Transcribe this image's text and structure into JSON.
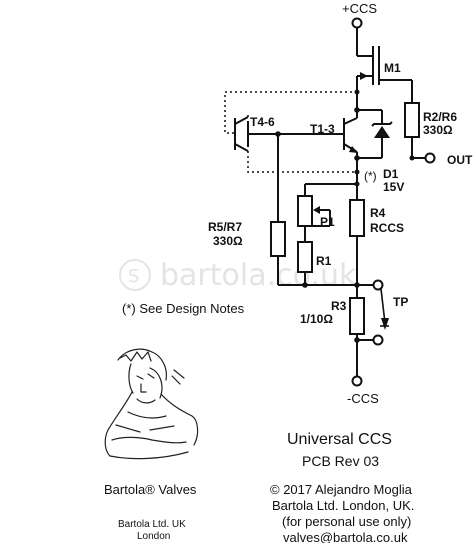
{
  "rails": {
    "positive": "+CCS",
    "negative": "-CCS"
  },
  "components": {
    "m1": "M1",
    "t4_6": "T4-6",
    "t1_3": "T1-3",
    "r2_r6": {
      "name": "R2/R6",
      "value": "330Ω"
    },
    "d1": {
      "name": "D1",
      "value": "15V"
    },
    "r5_r7": {
      "name": "R5/R7",
      "value": "330Ω"
    },
    "p1": "P1",
    "r1": "R1",
    "r4": {
      "name": "R4",
      "value": "RCCS"
    },
    "r3": {
      "name": "R3",
      "value": "1/10Ω"
    }
  },
  "labels": {
    "out": "OUT",
    "tp": "TP",
    "asterisk": "(*)",
    "design_notes": "(*) See Design Notes"
  },
  "watermark": "bartola.co.uk",
  "logo": {
    "caption": "Bartola® Valves",
    "company": "Bartola Ltd. UK",
    "city": "London"
  },
  "title_block": {
    "title": "Universal CCS",
    "revision": "PCB Rev 03",
    "copyright": "© 2017 Alejandro Moglia",
    "company": "Bartola Ltd. London, UK.",
    "usage": "(for personal use only)",
    "email": "valves@bartola.co.uk"
  }
}
